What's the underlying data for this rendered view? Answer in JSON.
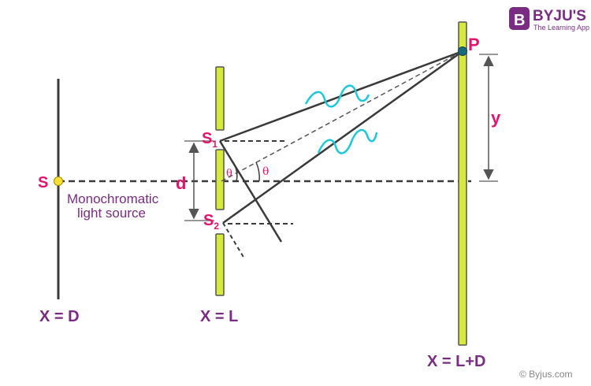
{
  "brand": {
    "name": "BYJU'S",
    "tagline": "The Learning App",
    "logo_letter": "B",
    "color": "#7a2c82"
  },
  "labels": {
    "source": "S",
    "source_description_line1": "Monochromatic",
    "source_description_line2": "light source",
    "slit1_main": "S",
    "slit1_sub": "1",
    "slit2_main": "S",
    "slit2_sub": "2",
    "slit_separation": "d",
    "point": "P",
    "fringe_distance": "y",
    "angle1": "θ",
    "angle2": "θ",
    "source_position": "X = D",
    "slit_position": "X = L",
    "screen_position": "X = L+D"
  },
  "copyright": "© Byjus.com",
  "colors": {
    "barrier_fill": "#d7ea3c",
    "barrier_stroke": "#555555",
    "line": "#3a3a3a",
    "wave": "#1ec8d8",
    "source_dot": "#ffe033",
    "point_dot": "#1a6b7a",
    "label_pink": "#e0156d",
    "label_purple": "#7a2c82"
  }
}
